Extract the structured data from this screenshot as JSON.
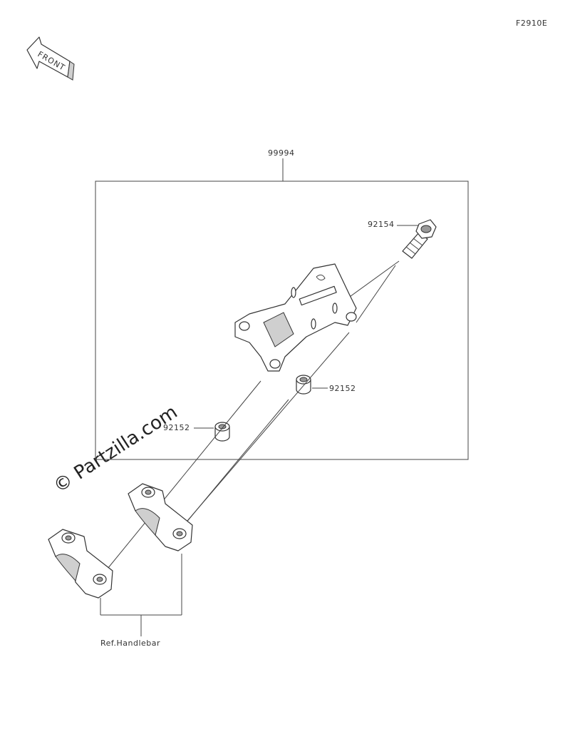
{
  "figure_code": "F2910E",
  "front_badge": "FRONT",
  "callouts": {
    "kit": "99994",
    "bolt": "92154",
    "collar_right": "92152",
    "collar_left": "92152",
    "reference": "Ref.Handlebar"
  },
  "watermark": "© Partzilla.com"
}
